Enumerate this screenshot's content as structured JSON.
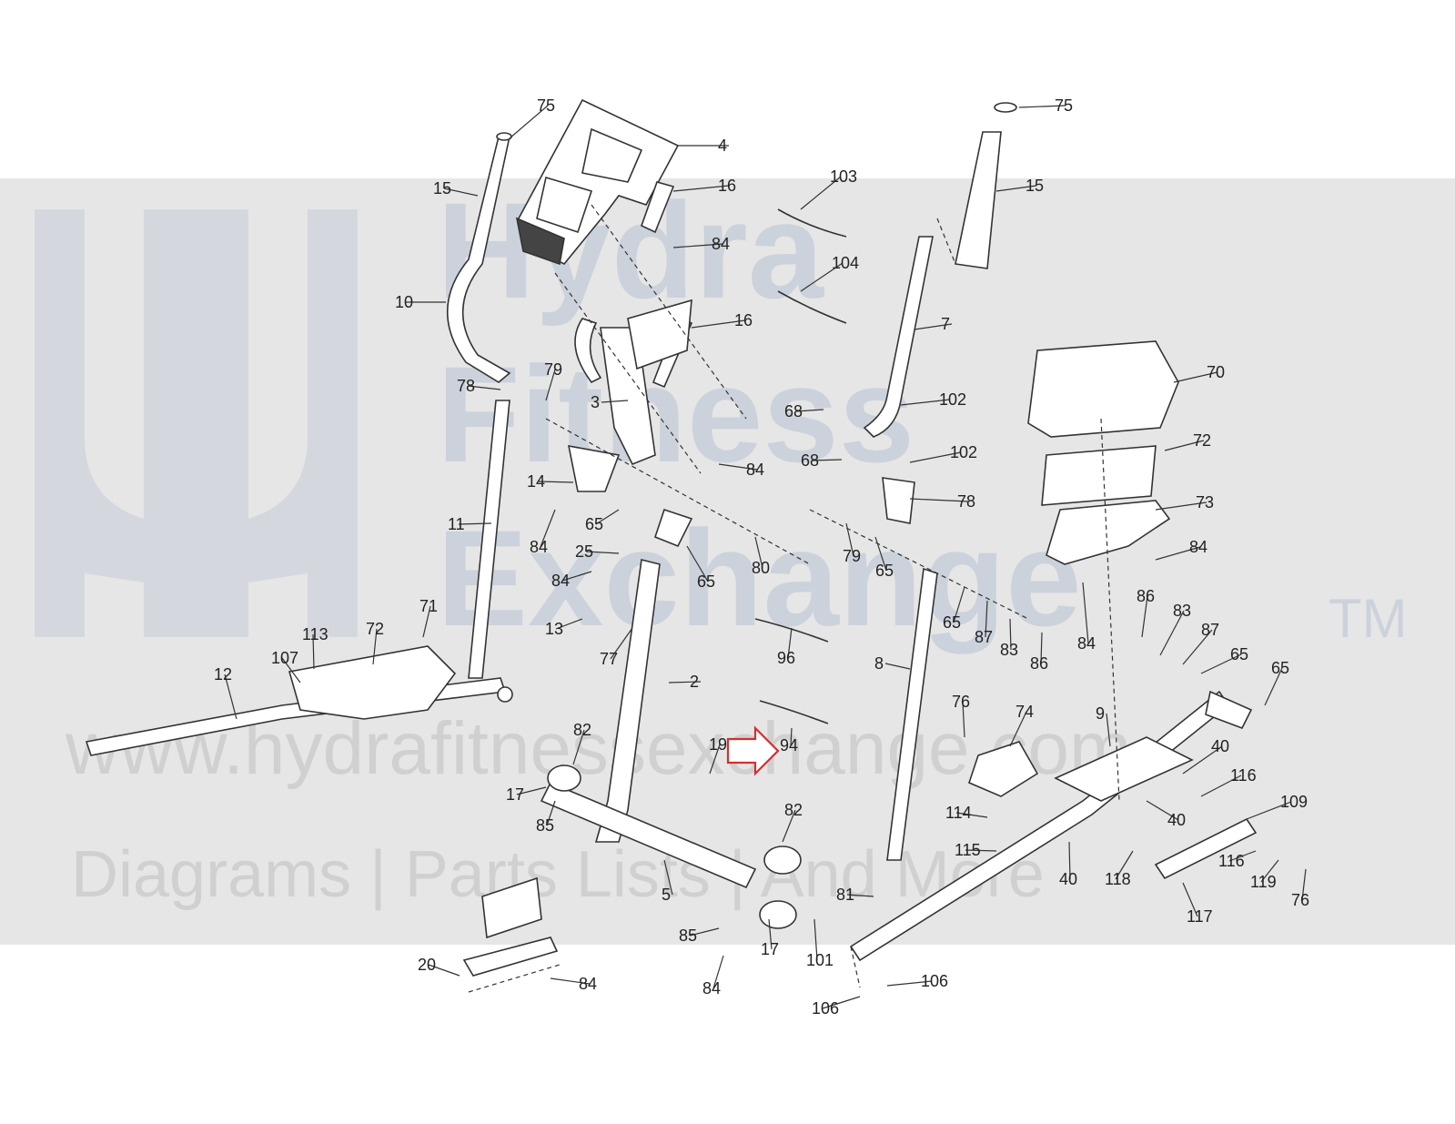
{
  "watermark": {
    "brand_line1": "Hydra",
    "brand_line2": "Fitness",
    "brand_line3": "Exchange",
    "trademark": "TM",
    "url": "www.hydrafitnessexchange.com",
    "tagline": "Diagrams | Parts Lists | And More"
  },
  "colors": {
    "band": "#e6e6e6",
    "watermark_text": "#c4ccd8",
    "line_art": "#333333",
    "highlight_arrow": "#d32f2f"
  },
  "callouts": [
    {
      "id": "75",
      "text": "75"
    },
    {
      "id": "4",
      "text": "4"
    },
    {
      "id": "16",
      "text": "16"
    },
    {
      "id": "15",
      "text": "15"
    },
    {
      "id": "84",
      "text": "84"
    },
    {
      "id": "103",
      "text": "103"
    },
    {
      "id": "104",
      "text": "104"
    },
    {
      "id": "10",
      "text": "10"
    },
    {
      "id": "16b",
      "text": "16"
    },
    {
      "id": "78",
      "text": "78"
    },
    {
      "id": "79",
      "text": "79"
    },
    {
      "id": "3",
      "text": "3"
    },
    {
      "id": "14",
      "text": "14"
    },
    {
      "id": "84b",
      "text": "84"
    },
    {
      "id": "65",
      "text": "65"
    },
    {
      "id": "11",
      "text": "11"
    },
    {
      "id": "84c",
      "text": "84"
    },
    {
      "id": "25",
      "text": "25"
    },
    {
      "id": "84d",
      "text": "84"
    },
    {
      "id": "65b",
      "text": "65"
    },
    {
      "id": "80",
      "text": "80"
    },
    {
      "id": "13",
      "text": "13"
    },
    {
      "id": "77",
      "text": "77"
    },
    {
      "id": "71",
      "text": "71"
    },
    {
      "id": "113",
      "text": "113"
    },
    {
      "id": "72",
      "text": "72"
    },
    {
      "id": "107",
      "text": "107"
    },
    {
      "id": "12",
      "text": "12"
    },
    {
      "id": "2",
      "text": "2"
    },
    {
      "id": "96",
      "text": "96"
    },
    {
      "id": "94",
      "text": "94"
    },
    {
      "id": "82",
      "text": "82"
    },
    {
      "id": "19",
      "text": "19"
    },
    {
      "id": "17",
      "text": "17"
    },
    {
      "id": "85",
      "text": "85"
    },
    {
      "id": "82b",
      "text": "82"
    },
    {
      "id": "5",
      "text": "5"
    },
    {
      "id": "85b",
      "text": "85"
    },
    {
      "id": "17b",
      "text": "17"
    },
    {
      "id": "101",
      "text": "101"
    },
    {
      "id": "84e",
      "text": "84"
    },
    {
      "id": "20",
      "text": "20"
    },
    {
      "id": "84f",
      "text": "84"
    },
    {
      "id": "75b",
      "text": "75"
    },
    {
      "id": "15b",
      "text": "15"
    },
    {
      "id": "7",
      "text": "7"
    },
    {
      "id": "68",
      "text": "68"
    },
    {
      "id": "102",
      "text": "102"
    },
    {
      "id": "68b",
      "text": "68"
    },
    {
      "id": "102b",
      "text": "102"
    },
    {
      "id": "78b",
      "text": "78"
    },
    {
      "id": "79b",
      "text": "79"
    },
    {
      "id": "65c",
      "text": "65"
    },
    {
      "id": "8",
      "text": "8"
    },
    {
      "id": "65d",
      "text": "65"
    },
    {
      "id": "87",
      "text": "87"
    },
    {
      "id": "83",
      "text": "83"
    },
    {
      "id": "86",
      "text": "86"
    },
    {
      "id": "70",
      "text": "70"
    },
    {
      "id": "72b",
      "text": "72"
    },
    {
      "id": "73",
      "text": "73"
    },
    {
      "id": "84g",
      "text": "84"
    },
    {
      "id": "84h",
      "text": "84"
    },
    {
      "id": "86b",
      "text": "86"
    },
    {
      "id": "83b",
      "text": "83"
    },
    {
      "id": "87b",
      "text": "87"
    },
    {
      "id": "65e",
      "text": "65"
    },
    {
      "id": "65f",
      "text": "65"
    },
    {
      "id": "76",
      "text": "76"
    },
    {
      "id": "74",
      "text": "74"
    },
    {
      "id": "9",
      "text": "9"
    },
    {
      "id": "40",
      "text": "40"
    },
    {
      "id": "116",
      "text": "116"
    },
    {
      "id": "40b",
      "text": "40"
    },
    {
      "id": "109",
      "text": "109"
    },
    {
      "id": "114",
      "text": "114"
    },
    {
      "id": "115",
      "text": "115"
    },
    {
      "id": "81",
      "text": "81"
    },
    {
      "id": "40c",
      "text": "40"
    },
    {
      "id": "118",
      "text": "118"
    },
    {
      "id": "116b",
      "text": "116"
    },
    {
      "id": "119",
      "text": "119"
    },
    {
      "id": "76b",
      "text": "76"
    },
    {
      "id": "117",
      "text": "117"
    },
    {
      "id": "106",
      "text": "106"
    },
    {
      "id": "106b",
      "text": "106"
    }
  ]
}
